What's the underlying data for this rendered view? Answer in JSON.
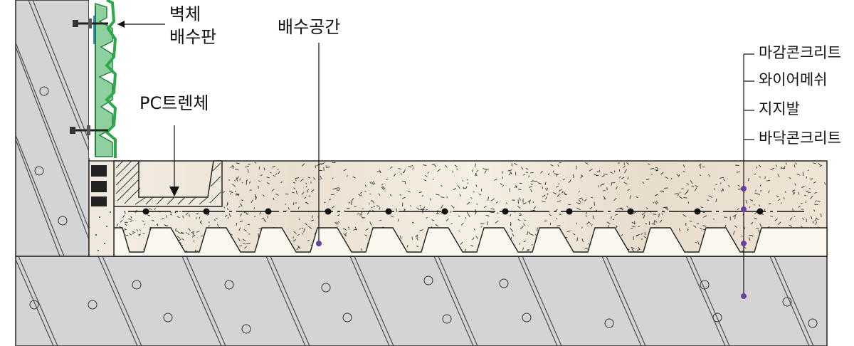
{
  "labels": {
    "wall_drain_line1": "벽체",
    "wall_drain_line2": "배수판",
    "pc_trench": "PC트렌체",
    "drain_space": "배수공간",
    "finish_concrete": "마감콘크리트",
    "wire_mesh": "와이어메쉬",
    "support_bar": "지지발",
    "floor_concrete": "바닥콘크리트"
  },
  "colors": {
    "ground": "#d4d4d6",
    "slab": "#efe6d8",
    "drain_board": "#2ea84a",
    "callout_dot": "#6a3fa0",
    "rebar": "#111111"
  }
}
